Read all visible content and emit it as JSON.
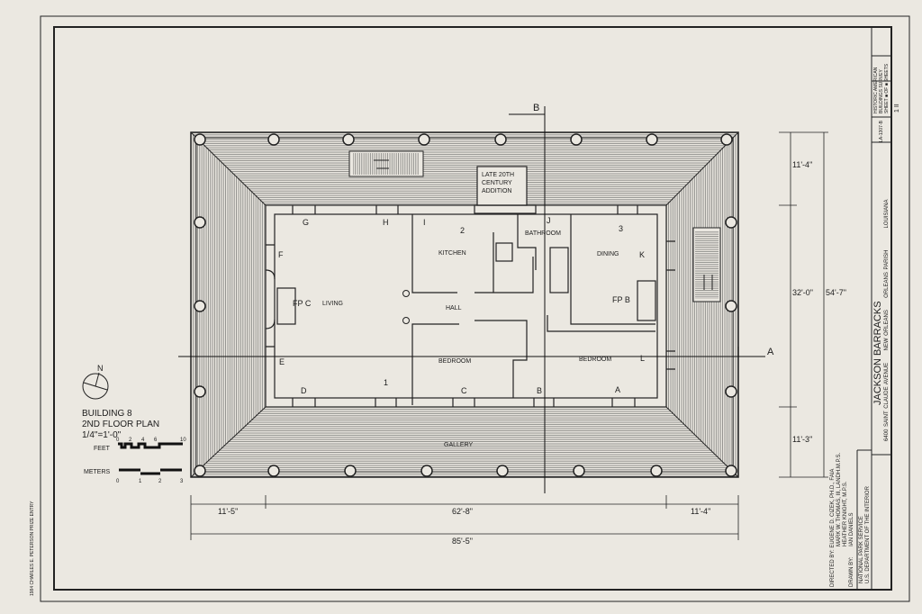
{
  "plan": {
    "rooms": {
      "living": "LIVING",
      "kitchen": "KITCHEN",
      "hall": "HALL",
      "bathroom": "BATHROOM",
      "dining": "DINING",
      "bedroom_1": "BEDROOM",
      "bedroom_2": "BEDROOM",
      "gallery": "GALLERY",
      "addition": [
        "LATE 20TH",
        "CENTURY",
        "ADDITION"
      ],
      "fp_c": "FP C",
      "fp_b": "FP B"
    },
    "openings": [
      "A",
      "B",
      "C",
      "D",
      "E",
      "F",
      "G",
      "H",
      "I",
      "J",
      "K",
      "L"
    ],
    "numbers": [
      "1",
      "2",
      "3"
    ],
    "section_marks": {
      "a": "A",
      "b": "B"
    },
    "dimensions": {
      "bottom": [
        "11'-5\"",
        "62'-8\"",
        "11'-4\""
      ],
      "bottom_total": "85'-5\"",
      "right": [
        "11'-4\"",
        "32'-0\"",
        "11'-3\""
      ],
      "right_total": "54'-7\""
    }
  },
  "legend": {
    "north": "N",
    "title": [
      "BUILDING 8",
      "2ND FLOOR PLAN",
      "1/4\"=1'-0\""
    ],
    "feet_label": "FEET",
    "feet_ticks": [
      "0",
      "2",
      "4",
      "6",
      "10"
    ],
    "meters_label": "METERS",
    "meters_ticks": [
      "0",
      "1",
      "2",
      "3"
    ]
  },
  "title_block": {
    "directed_by_label": "DIRECTED BY:",
    "directed_by": [
      "EUGENE D. CIZEK, PH.D., FAIA",
      "MARK W. THOMAS, III, LANDH.M.P.S.",
      "HEATHER KNIGHT, M.P.S."
    ],
    "drawn_by_label": "DRAWN BY:",
    "drawn_by": "IAN DANIELS",
    "agency": [
      "NATIONAL PARK SERVICE",
      "U.S. DEPARTMENT OF THE INTERIOR"
    ],
    "project": "JACKSON BARRACKS",
    "address": "6400 SAINT CLAUDE AVENUE",
    "city": "NEW ORLEANS",
    "parish": "ORLEANS PARISH",
    "state": "LOUISIANA",
    "survey_number": "LA-1307-B",
    "survey": [
      "HISTORIC AMERICAN",
      "BUILDINGS SURVEY",
      "SHEET ■ OF ■ SHEETS"
    ],
    "sheet": "1 II"
  },
  "margin_note": "1984 CHARLES E. PETERSON PRIZE ENTRY"
}
